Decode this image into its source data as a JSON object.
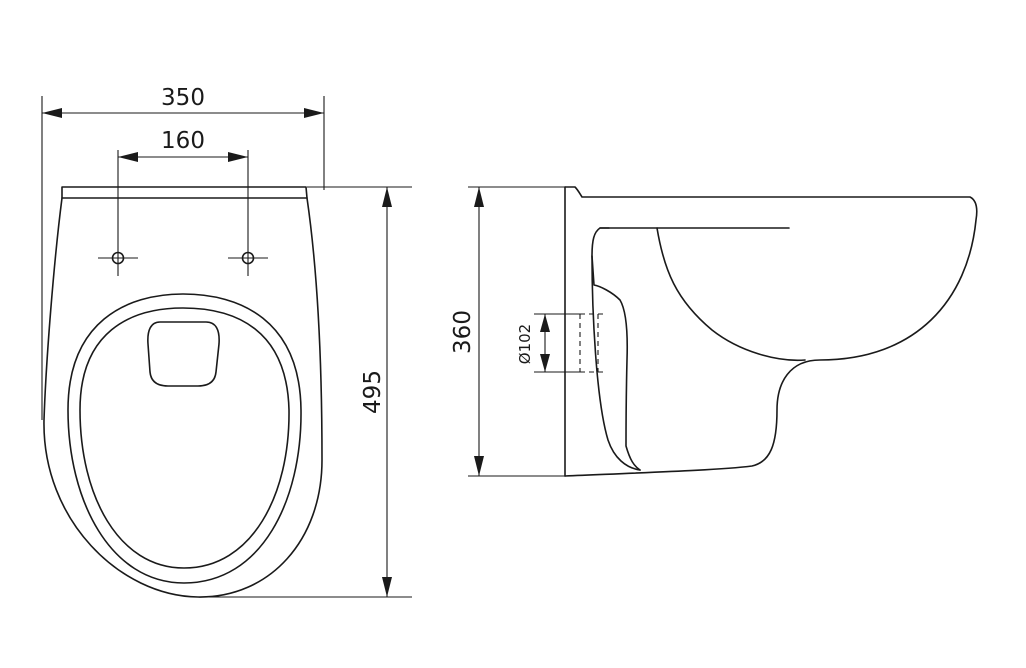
{
  "dimensions": {
    "overall_width": "350",
    "fixing_hole_spacing": "160",
    "overall_length": "495",
    "overall_height": "360",
    "outlet_diameter": "Ø102"
  },
  "colors": {
    "line": "#1a1a1a",
    "background": "#ffffff"
  }
}
